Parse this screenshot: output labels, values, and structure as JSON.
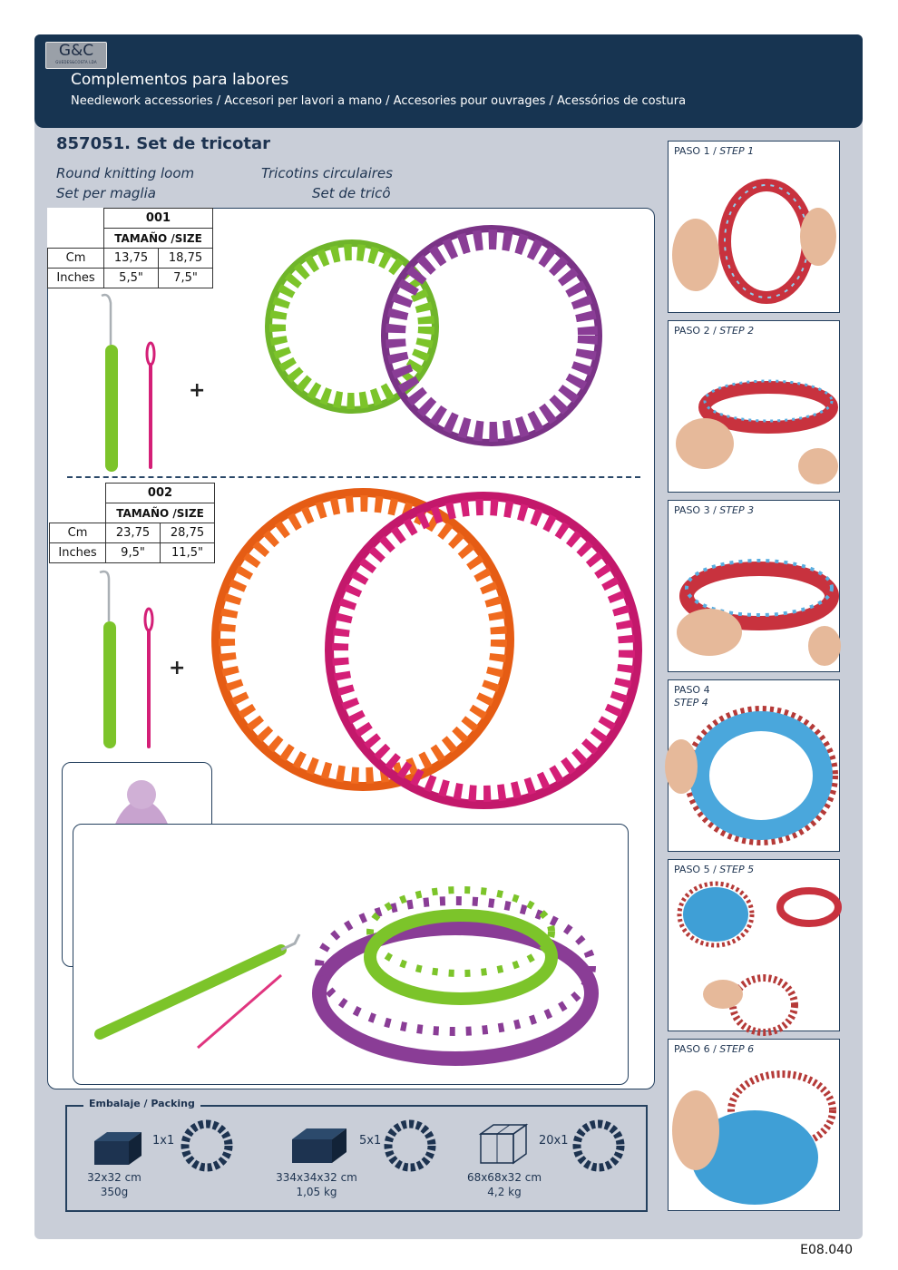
{
  "header": {
    "logo_mark": "G&C",
    "logo_sub": "GUEDES&COSTA LDA",
    "title": "Complementos para labores",
    "subtitle": "Needlework accessories / Accesori per lavori a mano / Accesories pour ouvrages / Acessórios de costura"
  },
  "product": {
    "title": "857051. Set de tricotar",
    "names": {
      "en": "Round knitting loom",
      "fr": "Tricotins circulaires",
      "it": "Set per maglia",
      "pt": "Set de tricô"
    }
  },
  "set_001": {
    "code": "001",
    "size_header": "TAMAÑO /SIZE",
    "rows": [
      {
        "unit": "Cm",
        "v1": "13,75",
        "v2": "18,75"
      },
      {
        "unit": "Inches",
        "v1": "5,5\"",
        "v2": "7,5\""
      }
    ],
    "plus": "+"
  },
  "set_002": {
    "code": "002",
    "size_header": "TAMAÑO /SIZE",
    "rows": [
      {
        "unit": "Cm",
        "v1": "23,75",
        "v2": "28,75"
      },
      {
        "unit": "Inches",
        "v1": "9,5\"",
        "v2": "11,5\""
      }
    ],
    "plus": "+"
  },
  "packing": {
    "label": "Embalaje / Packing",
    "items": [
      {
        "mult": "1x1",
        "dims": "32x32 cm",
        "weight": "350g"
      },
      {
        "mult": "5x1",
        "dims": "334x34x32 cm",
        "weight": "1,05 kg"
      },
      {
        "mult": "20x1",
        "dims": "68x68x32 cm",
        "weight": "4,2 kg"
      }
    ]
  },
  "steps": [
    {
      "paso": "PASO 1 /",
      "step": "STEP 1"
    },
    {
      "paso": "PASO 2 /",
      "step": "STEP 2"
    },
    {
      "paso": "PASO 3 /",
      "step": "STEP 3"
    },
    {
      "paso": "PASO 4",
      "step": "STEP 4"
    },
    {
      "paso": "PASO 5 /",
      "step": "STEP 5"
    },
    {
      "paso": "PASO 6 /",
      "step": "STEP 6"
    }
  ],
  "reference": "E08.040",
  "colors": {
    "navy": "#173451",
    "sheet": "#c9ced8",
    "green": "#7cc42a",
    "purple": "#8a3d96",
    "orange": "#f06a1e",
    "magenta": "#d41f77",
    "red_loom": "#c8323e",
    "blue_yarn": "#5aaee0"
  }
}
